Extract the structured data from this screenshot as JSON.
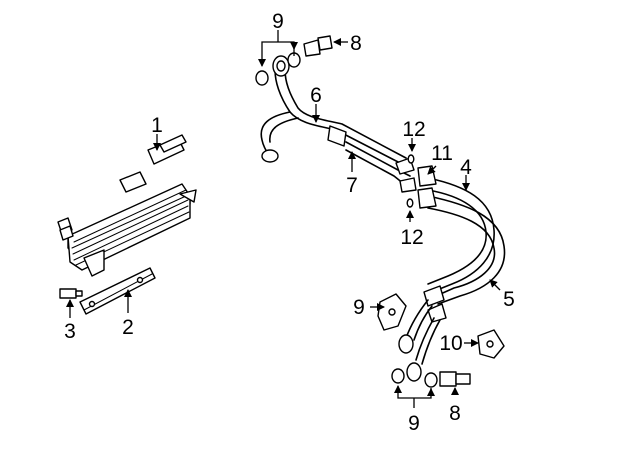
{
  "diagram": {
    "callouts": [
      {
        "id": "c1",
        "label": "1"
      },
      {
        "id": "c2",
        "label": "2"
      },
      {
        "id": "c3",
        "label": "3"
      },
      {
        "id": "c4",
        "label": "4"
      },
      {
        "id": "c5",
        "label": "5"
      },
      {
        "id": "c6",
        "label": "6"
      },
      {
        "id": "c7",
        "label": "7"
      },
      {
        "id": "c8a",
        "label": "8"
      },
      {
        "id": "c8b",
        "label": "8"
      },
      {
        "id": "c9a",
        "label": "9"
      },
      {
        "id": "c9b",
        "label": "9"
      },
      {
        "id": "c9c",
        "label": "9"
      },
      {
        "id": "c10",
        "label": "10"
      },
      {
        "id": "c11",
        "label": "11"
      },
      {
        "id": "c12a",
        "label": "12"
      },
      {
        "id": "c12b",
        "label": "12"
      }
    ]
  }
}
